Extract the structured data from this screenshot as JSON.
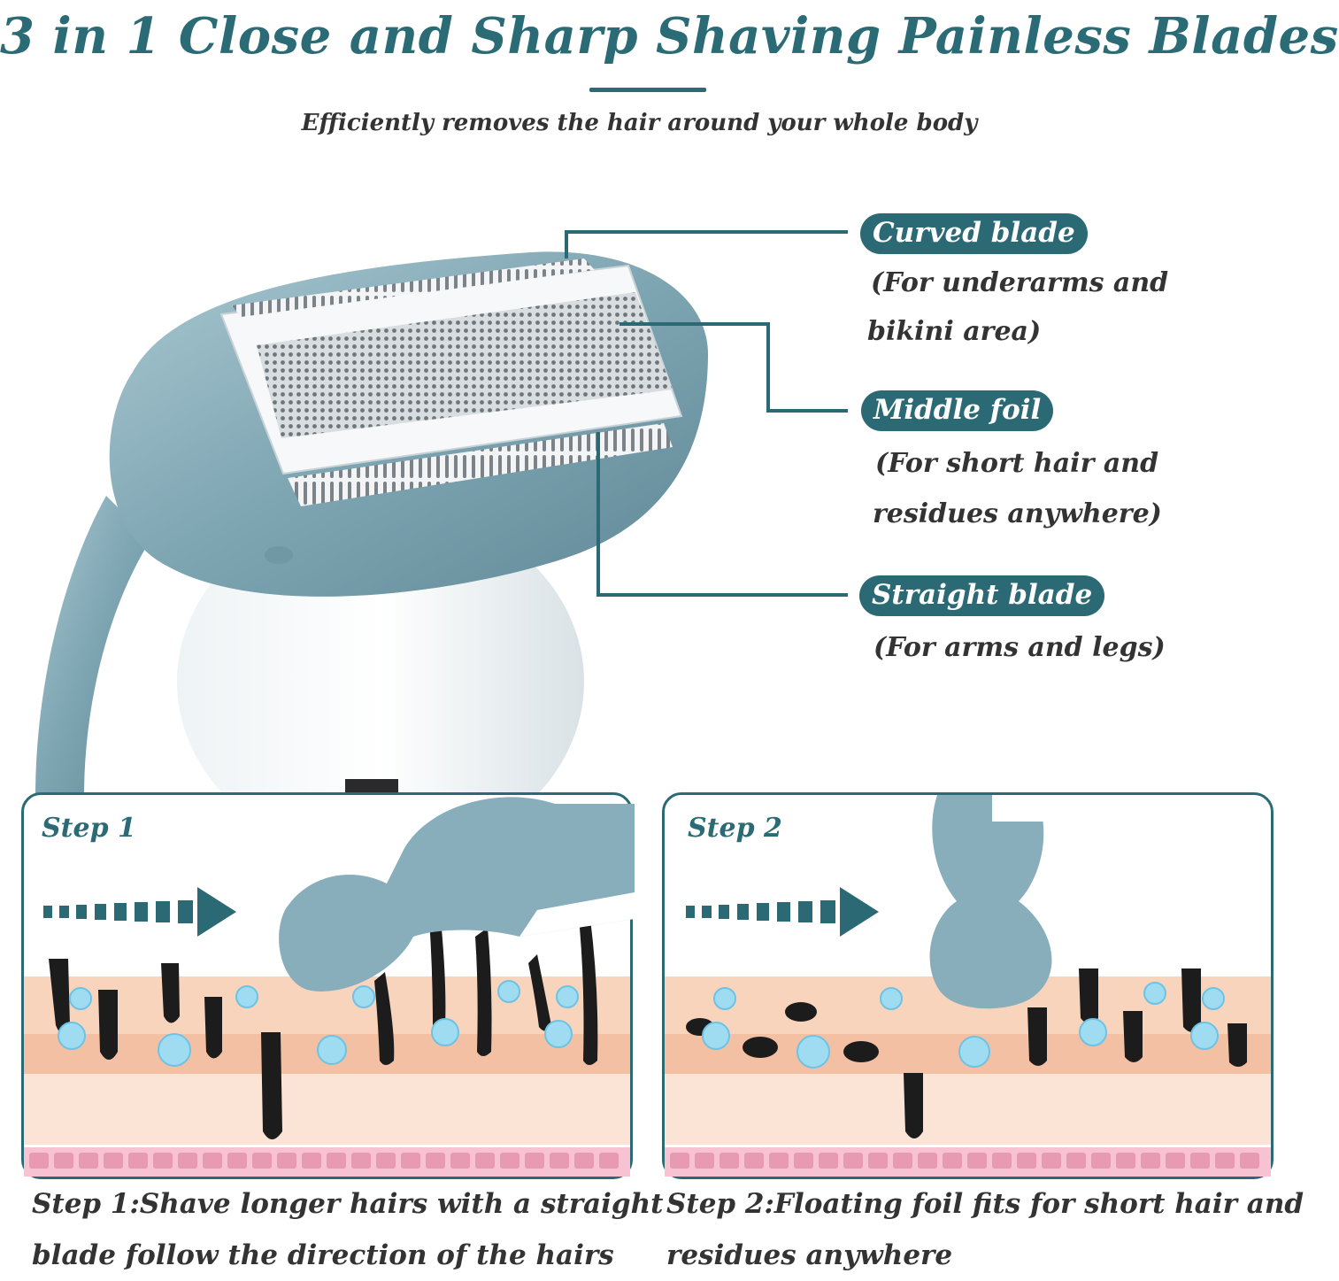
{
  "header": {
    "title": "3 in 1 Close and Sharp Shaving Painless Blades",
    "subtitle": "Efficiently removes the hair around your whole body"
  },
  "callouts": [
    {
      "label": "Curved blade",
      "desc_lines": [
        "(For underarms and",
        "bikini area)"
      ]
    },
    {
      "label": "Middle foil",
      "desc_lines": [
        "(For short hair and",
        "residues anywhere)"
      ]
    },
    {
      "label": "Straight blade",
      "desc_lines": [
        "(For arms and legs)"
      ]
    }
  ],
  "steps": [
    {
      "label": "Step 1",
      "caption_lines": [
        "Step 1:Shave longer hairs with a straight",
        "blade follow the direction of the hairs"
      ]
    },
    {
      "label": "Step 2",
      "caption_lines": [
        "Step 2:Floating foil fits for short hair and",
        "residues anywhere"
      ]
    }
  ],
  "colors": {
    "teal": "#2b6a75",
    "device": "#8ab0bc",
    "skin": "#f7cdb2",
    "skin_dark": "#f2b89a",
    "hair": "#1a1a1a",
    "bubble": "#7fd0ee"
  }
}
